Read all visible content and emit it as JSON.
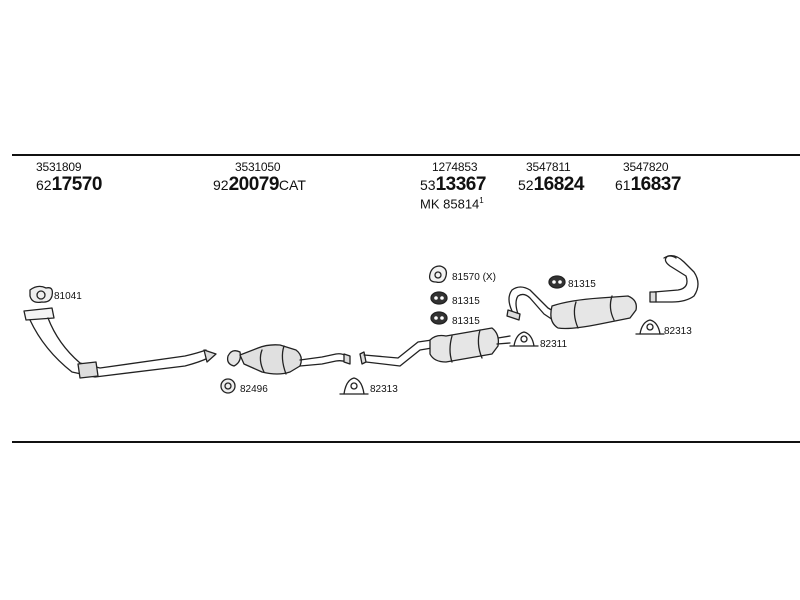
{
  "parts": [
    {
      "oe": "3531809",
      "prefix": "62",
      "number": "17570",
      "suffix": ""
    },
    {
      "oe": "3531050",
      "prefix": "92",
      "number": "20079",
      "suffix": "CAT"
    },
    {
      "oe": "1274853",
      "prefix": "53",
      "number": "13367",
      "suffix": "",
      "kit_label": "MK",
      "kit_number": "85814",
      "kit_note": "1"
    },
    {
      "oe": "3547811",
      "prefix": "52",
      "number": "16824",
      "suffix": ""
    },
    {
      "oe": "3547820",
      "prefix": "61",
      "number": "16837",
      "suffix": ""
    }
  ],
  "fittings": [
    {
      "code": "81041"
    },
    {
      "code": "82496"
    },
    {
      "code": "82313"
    },
    {
      "code": "81570 (X)"
    },
    {
      "code": "81315"
    },
    {
      "code": "81315"
    },
    {
      "code": "82311"
    },
    {
      "code": "81315"
    },
    {
      "code": "82313"
    }
  ]
}
